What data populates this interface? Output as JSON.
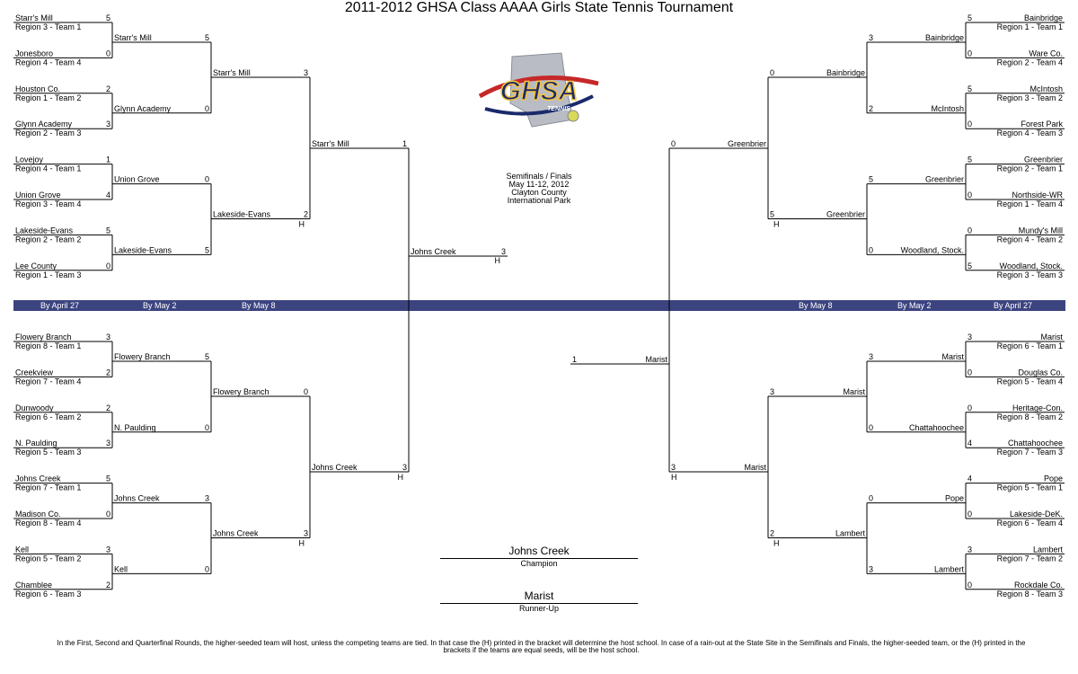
{
  "title": "2011-2012 GHSA Class AAAA Girls State Tennis Tournament",
  "logo": {
    "text": "GHSA",
    "subtext": "TENNIS"
  },
  "info": [
    "Semifinals / Finals",
    "May 11-12, 2012",
    "Clayton County",
    "International Park"
  ],
  "band_left": [
    "By April 27",
    "By May 2",
    "By May 8"
  ],
  "band_right": [
    "By May 8",
    "By May 2",
    "By April 27"
  ],
  "round1": {
    "left_top": [
      {
        "team": "Starr's Mill",
        "seed": "Region 3 - Team 1",
        "score": "5"
      },
      {
        "team": "Jonesboro",
        "seed": "Region 4 - Team 4",
        "score": "0"
      },
      {
        "team": "Houston Co.",
        "seed": "Region 1 - Team 2",
        "score": "2"
      },
      {
        "team": "Glynn Academy",
        "seed": "Region 2 - Team 3",
        "score": "3"
      },
      {
        "team": "Lovejoy",
        "seed": "Region 4 - Team 1",
        "score": "1"
      },
      {
        "team": "Union Grove",
        "seed": "Region 3 - Team 4",
        "score": "4"
      },
      {
        "team": "Lakeside-Evans",
        "seed": "Region 2 - Team 2",
        "score": "5"
      },
      {
        "team": "Lee County",
        "seed": "Region 1 - Team 3",
        "score": "0"
      }
    ],
    "left_bottom": [
      {
        "team": "Flowery Branch",
        "seed": "Region 8 - Team 1",
        "score": "3"
      },
      {
        "team": "Creekview",
        "seed": "Region 7 - Team 4",
        "score": "2"
      },
      {
        "team": "Dunwoody",
        "seed": "Region 6 - Team 2",
        "score": "2"
      },
      {
        "team": "N. Paulding",
        "seed": "Region 5 - Team 3",
        "score": "3"
      },
      {
        "team": "Johns Creek",
        "seed": "Region 7 - Team 1",
        "score": "5"
      },
      {
        "team": "Madison Co.",
        "seed": "Region 8 - Team 4",
        "score": "0"
      },
      {
        "team": "Kell",
        "seed": "Region 5 - Team 2",
        "score": "3"
      },
      {
        "team": "Chamblee",
        "seed": "Region 6 - Team 3",
        "score": "2"
      }
    ],
    "right_top": [
      {
        "team": "Bainbridge",
        "seed": "Region 1 - Team 1",
        "score": "5"
      },
      {
        "team": "Ware Co.",
        "seed": "Region 2 - Team 4",
        "score": "0"
      },
      {
        "team": "McIntosh",
        "seed": "Region 3 - Team 2",
        "score": "5"
      },
      {
        "team": "Forest Park",
        "seed": "Region 4 - Team 3",
        "score": "0"
      },
      {
        "team": "Greenbrier",
        "seed": "Region 2 - Team 1",
        "score": "5"
      },
      {
        "team": "Northside-WR",
        "seed": "Region 1 - Team 4",
        "score": "0"
      },
      {
        "team": "Mundy's Mill",
        "seed": "Region 4 - Team 2",
        "score": "0"
      },
      {
        "team": "Woodland, Stock.",
        "seed": "Region 3 - Team 3",
        "score": "5"
      }
    ],
    "right_bottom": [
      {
        "team": "Marist",
        "seed": "Region 6 - Team 1",
        "score": "3"
      },
      {
        "team": "Douglas Co.",
        "seed": "Region 5 - Team 4",
        "score": "0"
      },
      {
        "team": "Heritage-Con.",
        "seed": "Region 8 - Team 2",
        "score": "0"
      },
      {
        "team": "Chattahoochee",
        "seed": "Region 7 - Team 3",
        "score": "4"
      },
      {
        "team": "Pope",
        "seed": "Region 5 - Team 1",
        "score": "4"
      },
      {
        "team": "Lakeside-DeK.",
        "seed": "Region 6 - Team 4",
        "score": "0"
      },
      {
        "team": "Lambert",
        "seed": "Region 7 - Team 2",
        "score": "3"
      },
      {
        "team": "Rockdale Co.",
        "seed": "Region 8 - Team 3",
        "score": "0"
      }
    ]
  },
  "round2": {
    "left_top": [
      {
        "team": "Starr's Mill",
        "score": "5"
      },
      {
        "team": "Glynn Academy",
        "score": "0"
      },
      {
        "team": "Union Grove",
        "score": "0"
      },
      {
        "team": "Lakeside-Evans",
        "score": "5"
      }
    ],
    "left_bottom": [
      {
        "team": "Flowery Branch",
        "score": "5"
      },
      {
        "team": "N. Paulding",
        "score": "0"
      },
      {
        "team": "Johns Creek",
        "score": "3"
      },
      {
        "team": "Kell",
        "score": "0"
      }
    ],
    "right_top": [
      {
        "team": "Bainbridge",
        "score": "3"
      },
      {
        "team": "McIntosh",
        "score": "2"
      },
      {
        "team": "Greenbrier",
        "score": "5"
      },
      {
        "team": "Woodland, Stock.",
        "score": "0"
      }
    ],
    "right_bottom": [
      {
        "team": "Marist",
        "score": "3"
      },
      {
        "team": "Chattahoochee",
        "score": "0"
      },
      {
        "team": "Pope",
        "score": "0"
      },
      {
        "team": "Lambert",
        "score": "3"
      }
    ]
  },
  "quarterfinals": {
    "left_top": [
      {
        "team": "Starr's Mill",
        "score": "3",
        "host": ""
      },
      {
        "team": "Lakeside-Evans",
        "score": "2",
        "host": "H"
      }
    ],
    "left_bottom": [
      {
        "team": "Flowery Branch",
        "score": "0",
        "host": ""
      },
      {
        "team": "Johns Creek",
        "score": "3",
        "host": "H"
      }
    ],
    "right_top": [
      {
        "team": "Bainbridge",
        "score": "0",
        "host": ""
      },
      {
        "team": "Greenbrier",
        "score": "5",
        "host": "H"
      }
    ],
    "right_bottom": [
      {
        "team": "Marist",
        "score": "3",
        "host": ""
      },
      {
        "team": "Lambert",
        "score": "2",
        "host": "H"
      }
    ]
  },
  "semifinals": {
    "left": [
      {
        "team": "Starr's Mill",
        "score": "1",
        "host": ""
      },
      {
        "team": "Johns Creek",
        "score": "3",
        "host": "H"
      }
    ],
    "right": [
      {
        "team": "Greenbrier",
        "score": "0",
        "host": ""
      },
      {
        "team": "Marist",
        "score": "3",
        "host": "H"
      }
    ]
  },
  "finals": {
    "left": {
      "team": "Johns Creek",
      "score": "3",
      "host": "H"
    },
    "right": {
      "team": "Marist",
      "score": "1"
    }
  },
  "champion": {
    "name": "Johns Creek",
    "label": "Champion"
  },
  "runner_up": {
    "name": "Marist",
    "label": "Runner-Up"
  },
  "footnote": [
    "In the First, Second and Quarterfinal Rounds, the higher-seeded team will host, unless the competing teams are tied.  In that case the (H) printed in the bracket will determine the host school.  In case of a rain-out at the State Site in the Semifinals and Finals, the higher-seeded team, or the (H) printed in the",
    "brackets if the teams are equal seeds, will be the host school."
  ]
}
